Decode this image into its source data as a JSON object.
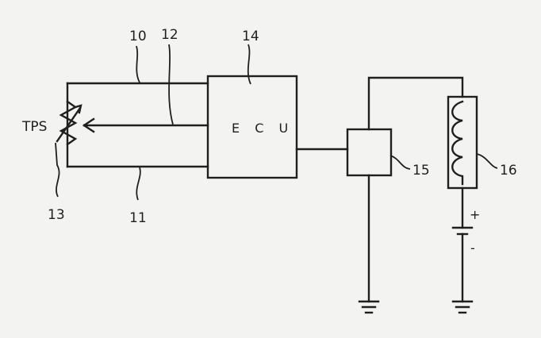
{
  "labels": {
    "ref_10": "10",
    "ref_11": "11",
    "ref_12": "12",
    "ref_13": "13",
    "ref_14": "14",
    "ref_15": "15",
    "ref_16": "16",
    "tps": "TPS",
    "ecu": "E C U",
    "plus": "+",
    "minus": "-"
  },
  "components": {
    "sensor": "throttle-position-sensor",
    "controller": "ecu-box",
    "driver": "driver-box",
    "coil": "solenoid-coil",
    "power": "battery",
    "ground": "ground"
  },
  "colors": {
    "background": "#f3f3f1",
    "ink": "#1f1f1f"
  }
}
